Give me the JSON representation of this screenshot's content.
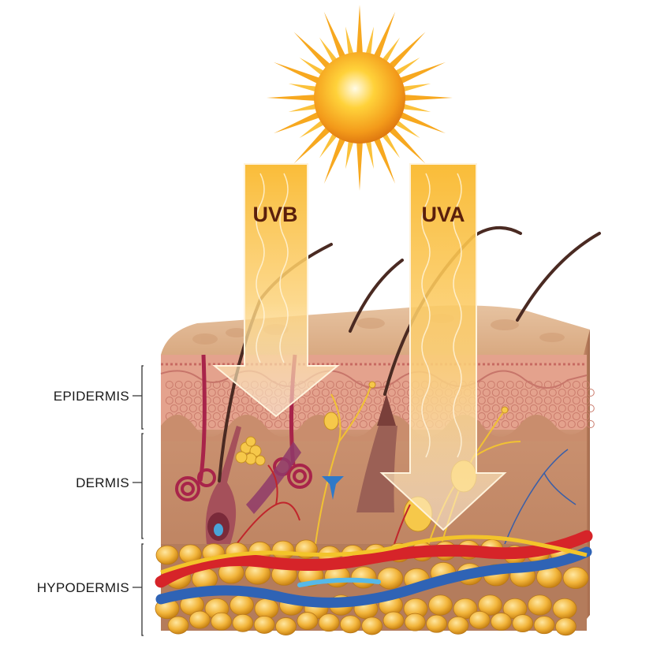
{
  "rays": {
    "uvb": {
      "label": "UVB"
    },
    "uva": {
      "label": "UVA"
    }
  },
  "layers": [
    {
      "key": "epidermis",
      "label": "EPIDERMIS"
    },
    {
      "key": "dermis",
      "label": "DERMIS"
    },
    {
      "key": "hypodermis",
      "label": "HYPODERMIS"
    }
  ],
  "colors": {
    "sun_core": "#ffd23a",
    "sun_rays": "#f6a21c",
    "ray_fill": "#fbc547",
    "epidermis": "#e8a28f",
    "dermis": "#c98a6b",
    "hypodermis": "#b07a5a",
    "fat": "#f2b53b",
    "artery": "#d8262c",
    "vein": "#2f63b5",
    "nerve": "#f3c42a"
  }
}
